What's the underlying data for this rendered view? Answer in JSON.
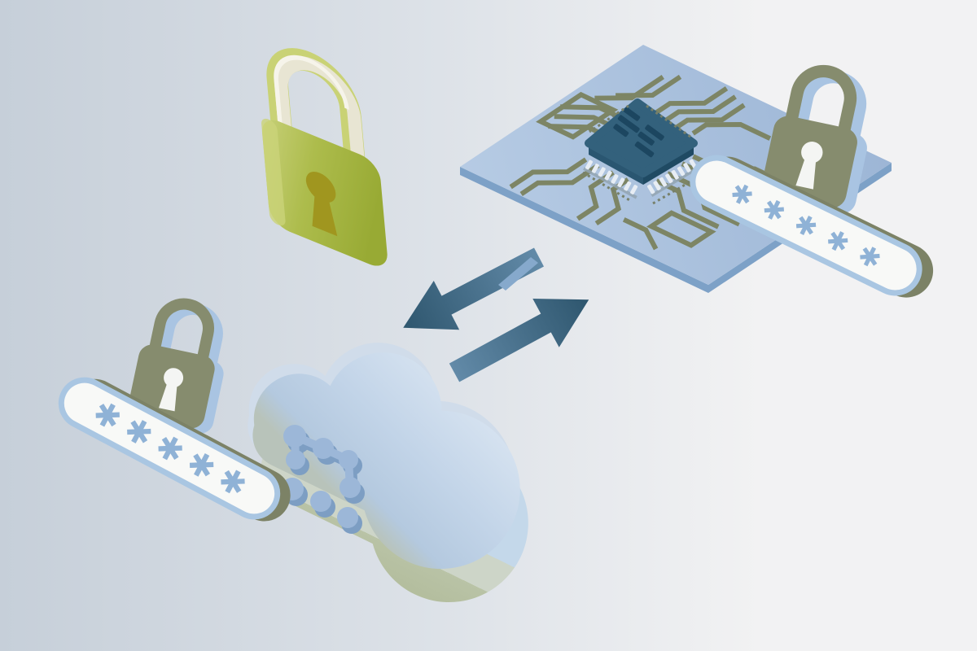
{
  "background": {
    "left_color": "#c6cfd9",
    "right_color": "#f2f2f3"
  },
  "green_padlock": {
    "body_light": "#c8d17b",
    "body_mid": "#adbc4c",
    "body_dark": "#98aa34",
    "shackle_outer": "#c9d275",
    "shackle_inner": "#e8e5d3",
    "shackle_highlight": "#f6f4ea",
    "keyhole_color": "#a0961f"
  },
  "circuit_board": {
    "surface_light": "#b6cbe4",
    "surface_dark": "#9db6d6",
    "edge_color": "#7da1c7",
    "trace_color": "#7d8565",
    "fragment_color": "#86a9cc",
    "chip": {
      "top_color": "#33617c",
      "side_left_color": "#2a5671",
      "side_right_color": "#1f4a63",
      "stripe_color": "#1c4660",
      "pin_color": "#e7edf4",
      "pin_shadow_color": "#93a4b1",
      "marking_color": "#77806a"
    }
  },
  "transfer_arrows": {
    "tail_color": "#628aa8",
    "head_color": "#2e566e",
    "count": 2,
    "directions": [
      "down-left",
      "up-right"
    ]
  },
  "cloud": {
    "back_color": "#d0dcea",
    "front_top_color": "#d8e4f1",
    "front_bottom_color": "#b8c3ba",
    "side_blue": "#c4d8ea",
    "side_green_1": "#cdd5c8",
    "side_green_2": "#b3bd9d",
    "node_color": "#9cb7d8",
    "node_shadow_color": "#7d9ec3",
    "node_count": 8
  },
  "small_padlocks": {
    "body_color": "#868c6e",
    "keyhole_color": "#f4f5f3",
    "shadow_color": "#a9c4e2",
    "count": 2
  },
  "password_field_left": {
    "value": "✱✱✱✱✱",
    "asterisk_count": 5,
    "fill_color": "#f8f9f7",
    "border_color": "#a9c6e2",
    "edge_color": "#7c8266",
    "asterisk_color": "#8fb2d6"
  },
  "password_field_right": {
    "value": "✱✱✱✱✱",
    "asterisk_count": 5,
    "fill_color": "#f8f9f7",
    "border_color": "#a9c6e2",
    "edge_color": "#7c8266",
    "asterisk_color": "#8fb2d6"
  }
}
